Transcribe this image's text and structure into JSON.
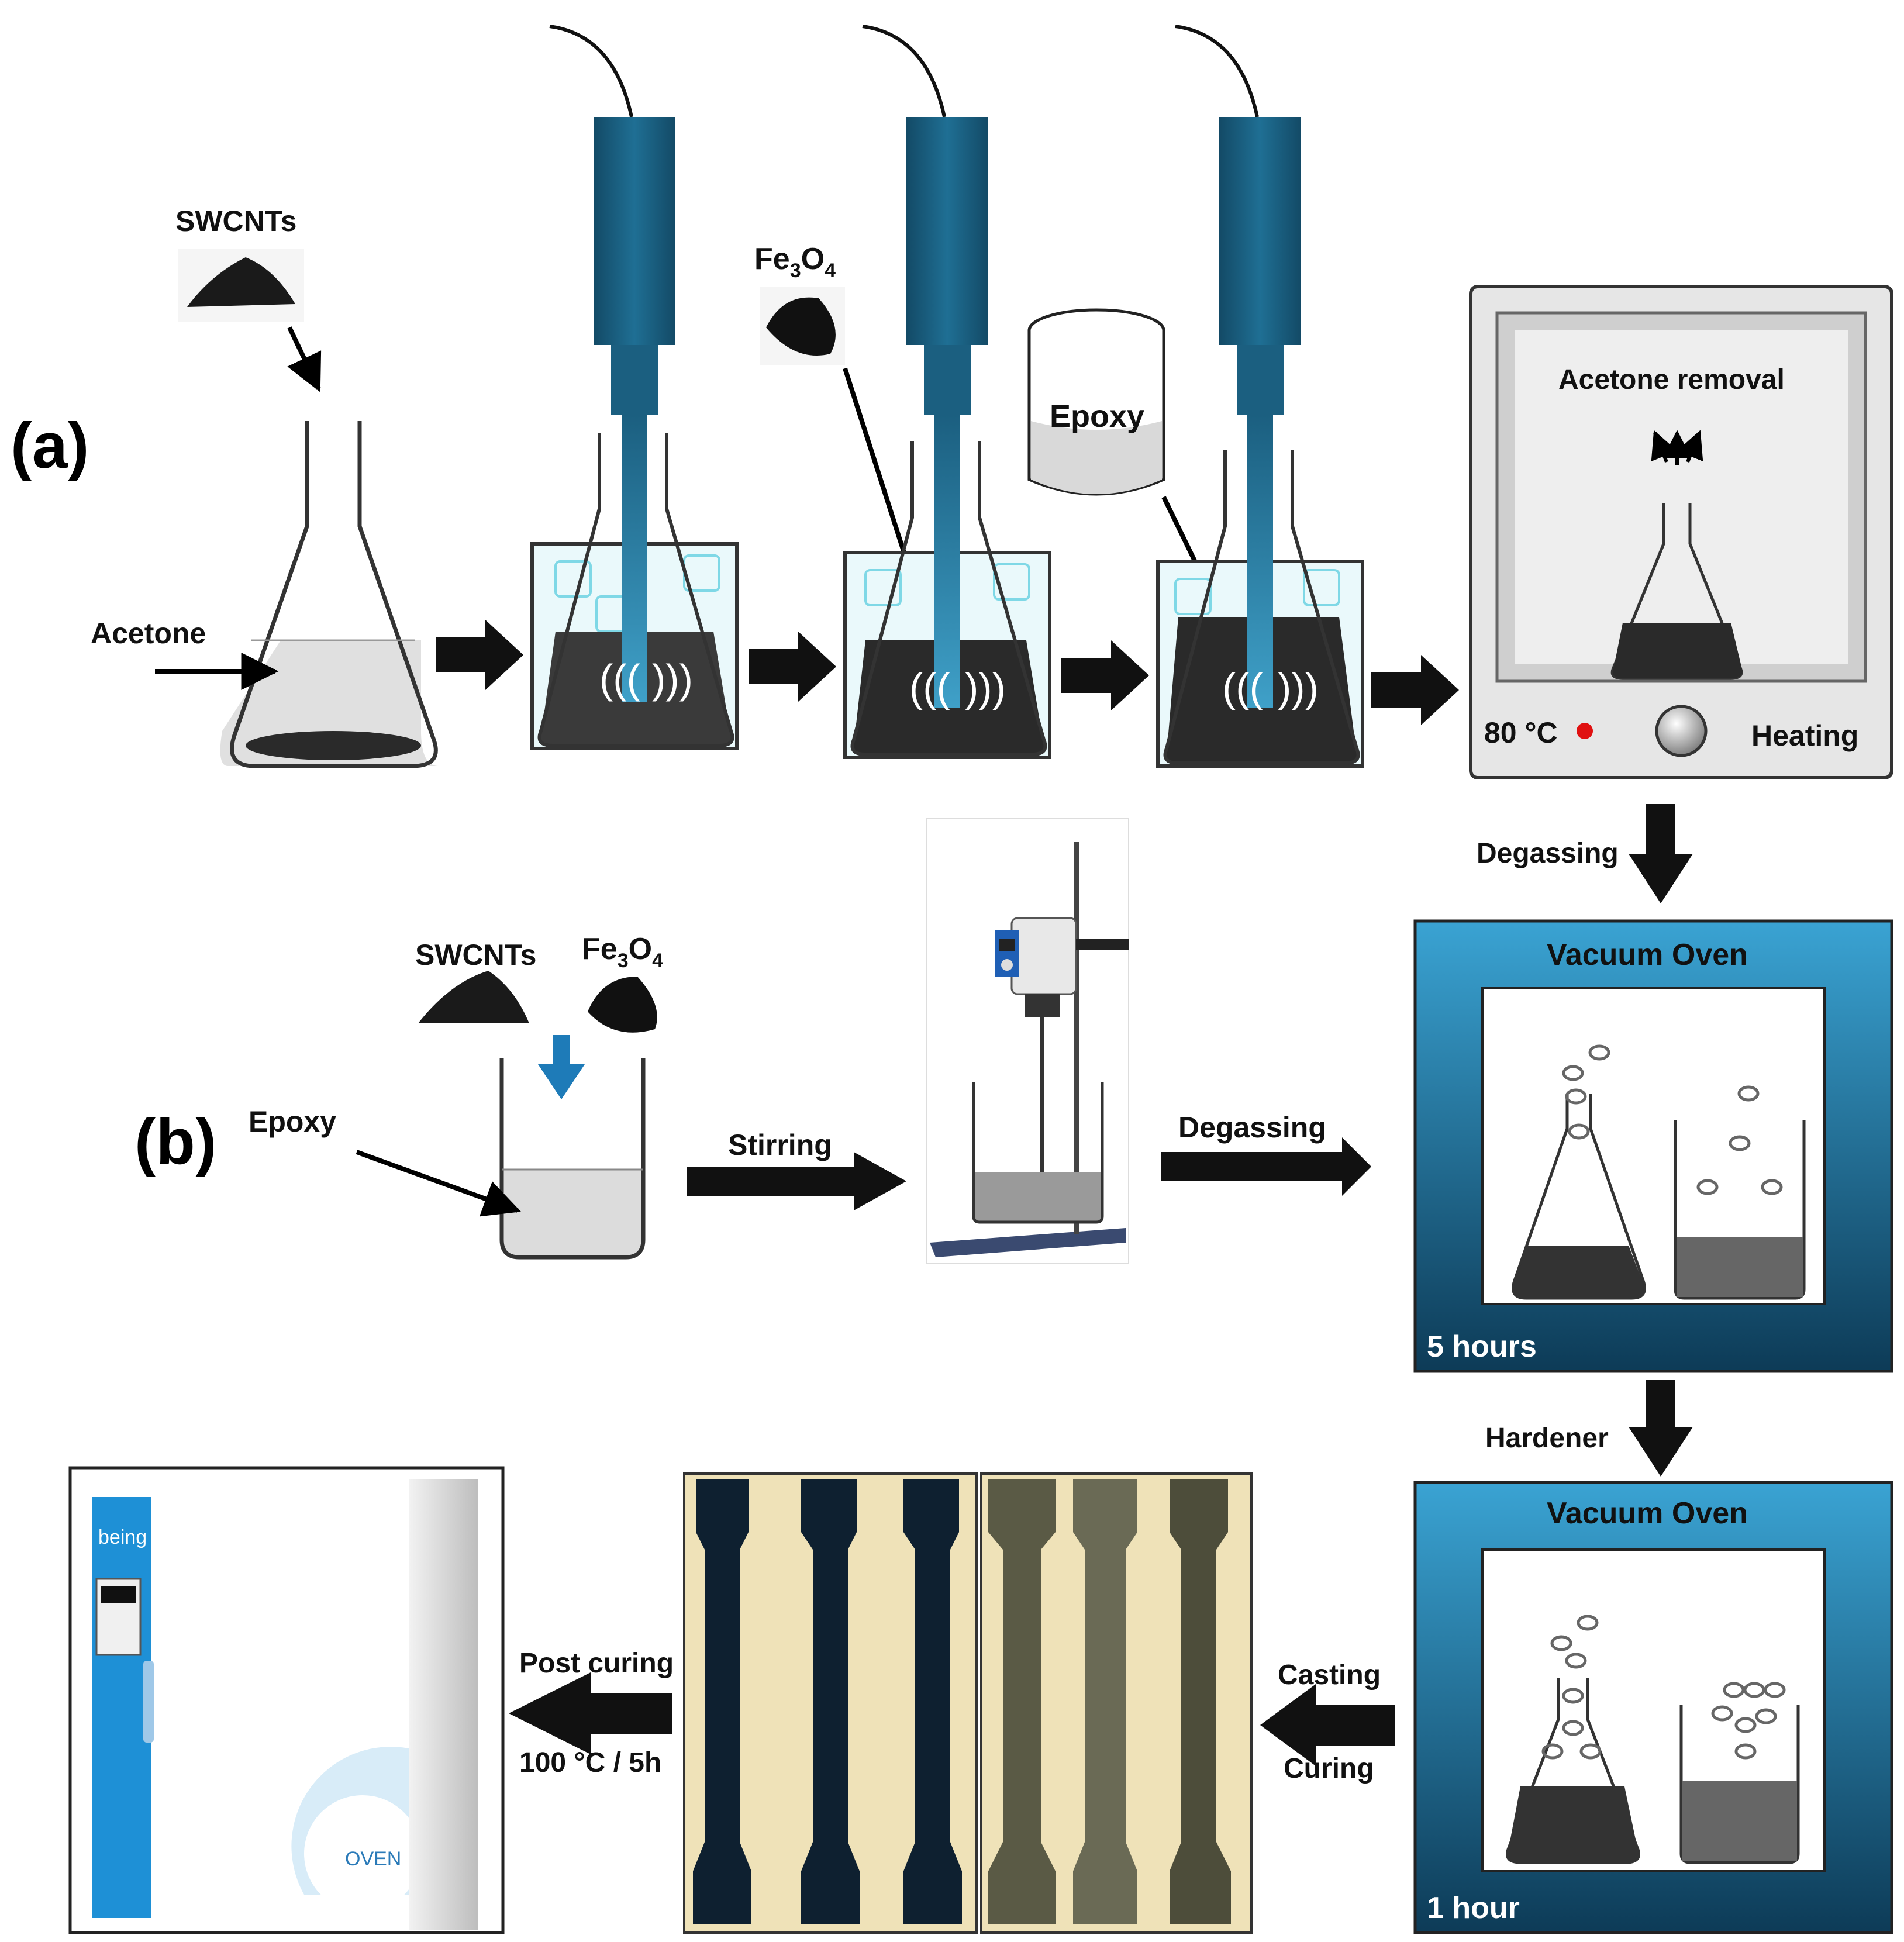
{
  "panel_labels": {
    "a": "(a)",
    "b": "(b)"
  },
  "materials": {
    "swcnts": "SWCNTs",
    "fe3o4_base": "Fe",
    "fe3o4_sub1": "3",
    "fe3o4_mid": "O",
    "fe3o4_sub2": "4",
    "acetone": "Acetone",
    "epoxy": "Epoxy"
  },
  "steps": {
    "acetone_removal": "Acetone removal",
    "temperature": "80 °C",
    "heating": "Heating",
    "degassing": "Degassing",
    "stirring": "Stirring",
    "hardener": "Hardener",
    "casting": "Casting",
    "curing": "Curing",
    "post_curing": "Post curing",
    "post_curing_condition": "100 °C / 5h"
  },
  "vacuum_ovens": [
    {
      "title": "Vacuum Oven",
      "duration": "5 hours"
    },
    {
      "title": "Vacuum Oven",
      "duration": "1 hour"
    }
  ],
  "oven_brand": {
    "logo": "being",
    "badge": "OVEN"
  },
  "colors": {
    "sonicator": "#1b5f80",
    "ice": "#7fd8e6",
    "mixture": "#2a2a2a",
    "vacuum_oven_top": "#3aa3d3",
    "vacuum_oven_bottom": "#0d3b57",
    "oven_blue": "#1e90d6"
  }
}
